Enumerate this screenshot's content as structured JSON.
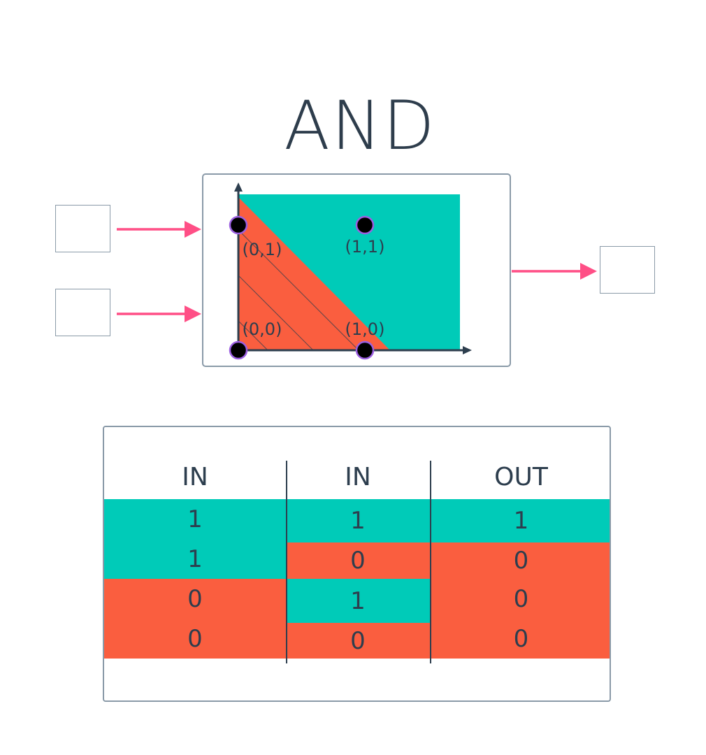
{
  "title": "AND",
  "points": {
    "p01": "(0,1)",
    "p11": "(1,1)",
    "p00": "(0,0)",
    "p10": "(1,0)"
  },
  "colors": {
    "teal": "#00cbb8",
    "coral": "#fa5e3f",
    "arrow": "#ff4f86",
    "axis": "#2d3e4e",
    "dot_outline": "#9b5fe0"
  },
  "table": {
    "headers": [
      "IN",
      "IN",
      "OUT"
    ],
    "rows": [
      [
        "1",
        "1",
        "1"
      ],
      [
        "1",
        "0",
        "0"
      ],
      [
        "0",
        "1",
        "0"
      ],
      [
        "0",
        "0",
        "0"
      ]
    ]
  }
}
